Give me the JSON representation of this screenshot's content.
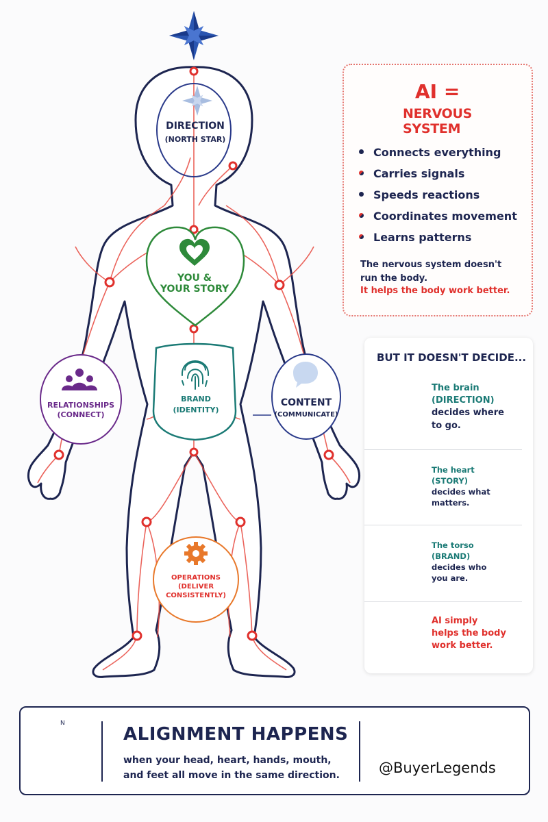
{
  "body_labels": {
    "direction": "DIRECTION",
    "direction_sub": "(NORTH STAR)",
    "story_line1": "YOU &",
    "story_line2": "YOUR STORY",
    "brand": "BRAND",
    "brand_sub": "(IDENTITY)",
    "relationships": "RELATIONSHIPS",
    "relationships_sub": "(CONNECT)",
    "content": "CONTENT",
    "content_sub": "(COMMUNICATE)",
    "operations_line1": "OPERATIONS",
    "operations_line2": "(DELIVER",
    "operations_line3": "CONSISTENTLY)"
  },
  "ai_panel": {
    "title_line1": "AI =",
    "title_line2": "NERVOUS SYSTEM",
    "bullets": [
      "Connects everything",
      "Carries signals",
      "Speeds reactions",
      "Coordinates movement",
      "Learns patterns"
    ],
    "note_line1": "The nervous system doesn't",
    "note_line2": "run the body.",
    "note_line3": "It helps the body work better."
  },
  "decide_panel": {
    "heading": "BUT IT DOESN'T DECIDE...",
    "rows": [
      {
        "icon": "brain-icon",
        "l1": "The brain",
        "l2": "(DIRECTION)",
        "l3": "decides where",
        "l4": "to go."
      },
      {
        "icon": "heart-icon",
        "l1": "The heart",
        "l2": "(STORY)",
        "l3": "decides what",
        "l4": "matters."
      },
      {
        "icon": "torso-icon",
        "l1": "The torso",
        "l2": "(BRAND)",
        "l3": "decides who",
        "l4": "you are."
      },
      {
        "icon": "ai-brain-icon",
        "l1": "AI simply",
        "l2": "helps the body",
        "l3": "work better.",
        "l4": ""
      }
    ]
  },
  "footer": {
    "compass_letter": "N",
    "title": "ALIGNMENT HAPPENS",
    "line1": "when your head, heart, hands, mouth,",
    "line2": "and feet all move in the same direction.",
    "handle": "@BuyerLegends"
  },
  "colors": {
    "navy": "#1d2550",
    "red": "#e0302c",
    "green": "#2e8a3a",
    "teal": "#1a7a75",
    "purple": "#6a2a8a",
    "blue_oval": "#2a3a8a",
    "orange": "#e8782a"
  }
}
